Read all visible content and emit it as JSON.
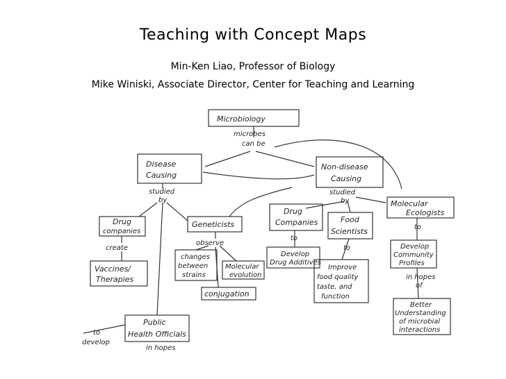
{
  "header": {
    "title": "Teaching with Concept Maps",
    "author1": "Min-Ken Liao, Professor of Biology",
    "author2": "Mike Winiski, Associate Director, Center for Teaching and Learning"
  },
  "concept_map": {
    "nodes": {
      "microbiology": "Microbiology",
      "disease": [
        "Disease",
        "Causing"
      ],
      "nondisease": [
        "Non-disease",
        "Causing"
      ],
      "drug1": [
        "Drug",
        "companies"
      ],
      "geneticists": "Geneticists",
      "drug2": [
        "Drug",
        "Companies"
      ],
      "food": [
        "Food",
        "Scientists"
      ],
      "molecular_eco": [
        "Molecular",
        "Ecologists"
      ],
      "vaccines": [
        "Vaccines/",
        "Therapies"
      ],
      "changes": [
        "changes",
        "between",
        "strains"
      ],
      "molevo": [
        "Molecular",
        "evolution"
      ],
      "conjugation": "conjugation",
      "additive": [
        "Develop",
        "Drug Additives"
      ],
      "foodq": [
        "Improve",
        "food quality",
        "taste, and",
        "function"
      ],
      "community": [
        "Develop",
        "Community",
        "Profiles"
      ],
      "understanding": [
        "Better",
        "Understanding",
        "of microbial",
        "interactions"
      ],
      "public": [
        "Public",
        "Health Officials"
      ]
    },
    "links": {
      "microbes": [
        "microbes",
        "can be"
      ],
      "studied1": [
        "studied",
        "by"
      ],
      "studied2": [
        "studied",
        "by"
      ],
      "create": "create",
      "observe": "observe",
      "to1": "to",
      "to2": "to",
      "to3": "to",
      "hopes1": [
        "in hopes",
        "of"
      ],
      "develop": [
        "to",
        "develop"
      ],
      "hopes2": "in hopes"
    }
  }
}
